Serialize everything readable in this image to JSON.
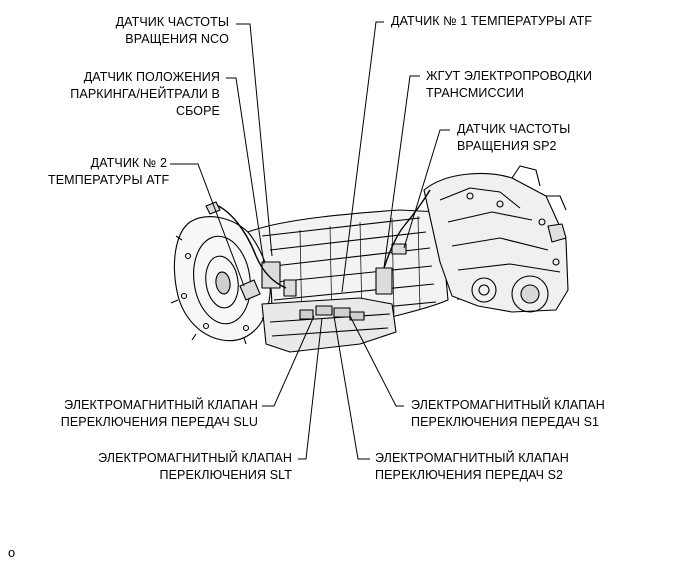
{
  "labels": {
    "nco_sensor": [
      "ДАТЧИК ЧАСТОТЫ",
      "ВРАЩЕНИЯ NCO"
    ],
    "atf_temp1": [
      "ДАТЧИК № 1 ТЕМПЕРАТУРЫ ATF"
    ],
    "park_neutral": [
      "ДАТЧИК ПОЛОЖЕНИЯ",
      "ПАРКИНГА/НЕЙТРАЛИ В",
      "СБОРЕ"
    ],
    "wiring_harness": [
      "ЖГУТ ЭЛЕКТРОПРОВОДКИ",
      "ТРАНСМИССИИ"
    ],
    "sp2_sensor": [
      "ДАТЧИК ЧАСТОТЫ",
      "ВРАЩЕНИЯ SP2"
    ],
    "atf_temp2": [
      "ДАТЧИК № 2",
      "ТЕМПЕРАТУРЫ ATF"
    ],
    "slu_valve": [
      "ЭЛЕКТРОМАГНИТНЫЙ КЛАПАН",
      "ПЕРЕКЛЮЧЕНИЯ ПЕРЕДАЧ SLU"
    ],
    "s1_valve": [
      "ЭЛЕКТРОМАГНИТНЫЙ КЛАПАН",
      "ПЕРЕКЛЮЧЕНИЯ ПЕРЕДАЧ S1"
    ],
    "slt_valve": [
      "ЭЛЕКТРОМАГНИТНЫЙ КЛАПАН",
      "ПЕРЕКЛЮЧЕНИЯ SLT"
    ],
    "s2_valve": [
      "ЭЛЕКТРОМАГНИТНЫЙ КЛАПАН",
      "ПЕРЕКЛЮЧЕНИЯ ПЕРЕДАЧ S2"
    ]
  },
  "corner_mark": "o",
  "colors": {
    "line": "#000000",
    "background": "#ffffff",
    "shade": "#cfcfcf"
  }
}
